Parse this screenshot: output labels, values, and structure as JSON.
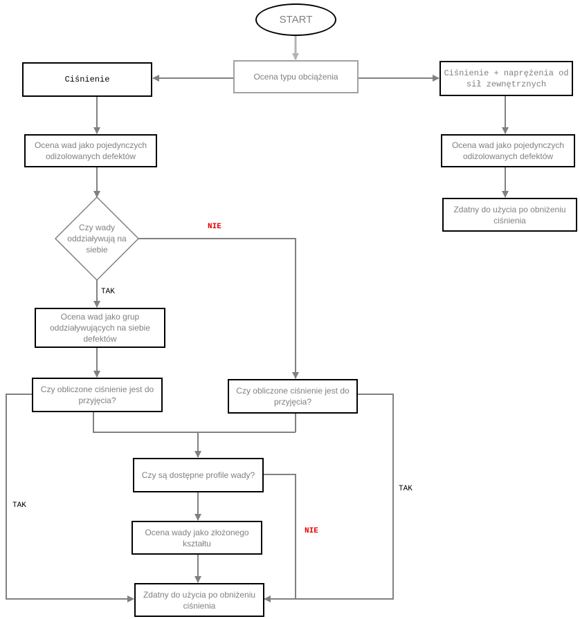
{
  "colors": {
    "line": "#808080",
    "border": "#000000",
    "text": "#808080",
    "no_label": "#e60000"
  },
  "nodes": {
    "start": "START",
    "load_type": "Ocena typu obciążenia",
    "pressure": "Ciśnienie",
    "pressure_external": "Ciśnienie + naprężenia od sił zewnętrznych",
    "assess_single_left": "Ocena wad jako pojedynczych odizolowanych defektów",
    "assess_single_right": "Ocena wad jako pojedynczych odizolowanych defektów",
    "fit_reduced_right": "Zdatny do użycia po obniżeniu ciśnienia",
    "interact_question": "Czy wady oddziaływują na siebie",
    "assess_group": "Ocena wad jako grup oddziaływujących na siebie defektów",
    "pressure_ok_left": "Czy obliczone ciśnienie jest do przyjęcia?",
    "pressure_ok_right": "Czy obliczone ciśnienie jest do przyjęcia?",
    "profiles_available": "Czy są dostępne profile wady?",
    "assess_complex": "Ocena wady jako złożonego kształtu",
    "fit_reduced_bottom": "Zdatny do użycia po obniżeniu ciśnienia"
  },
  "labels": {
    "yes_interact": "TAK",
    "no_interact": "NIE",
    "yes_left": "TAK",
    "yes_right": "TAK",
    "no_profiles": "NIE"
  }
}
